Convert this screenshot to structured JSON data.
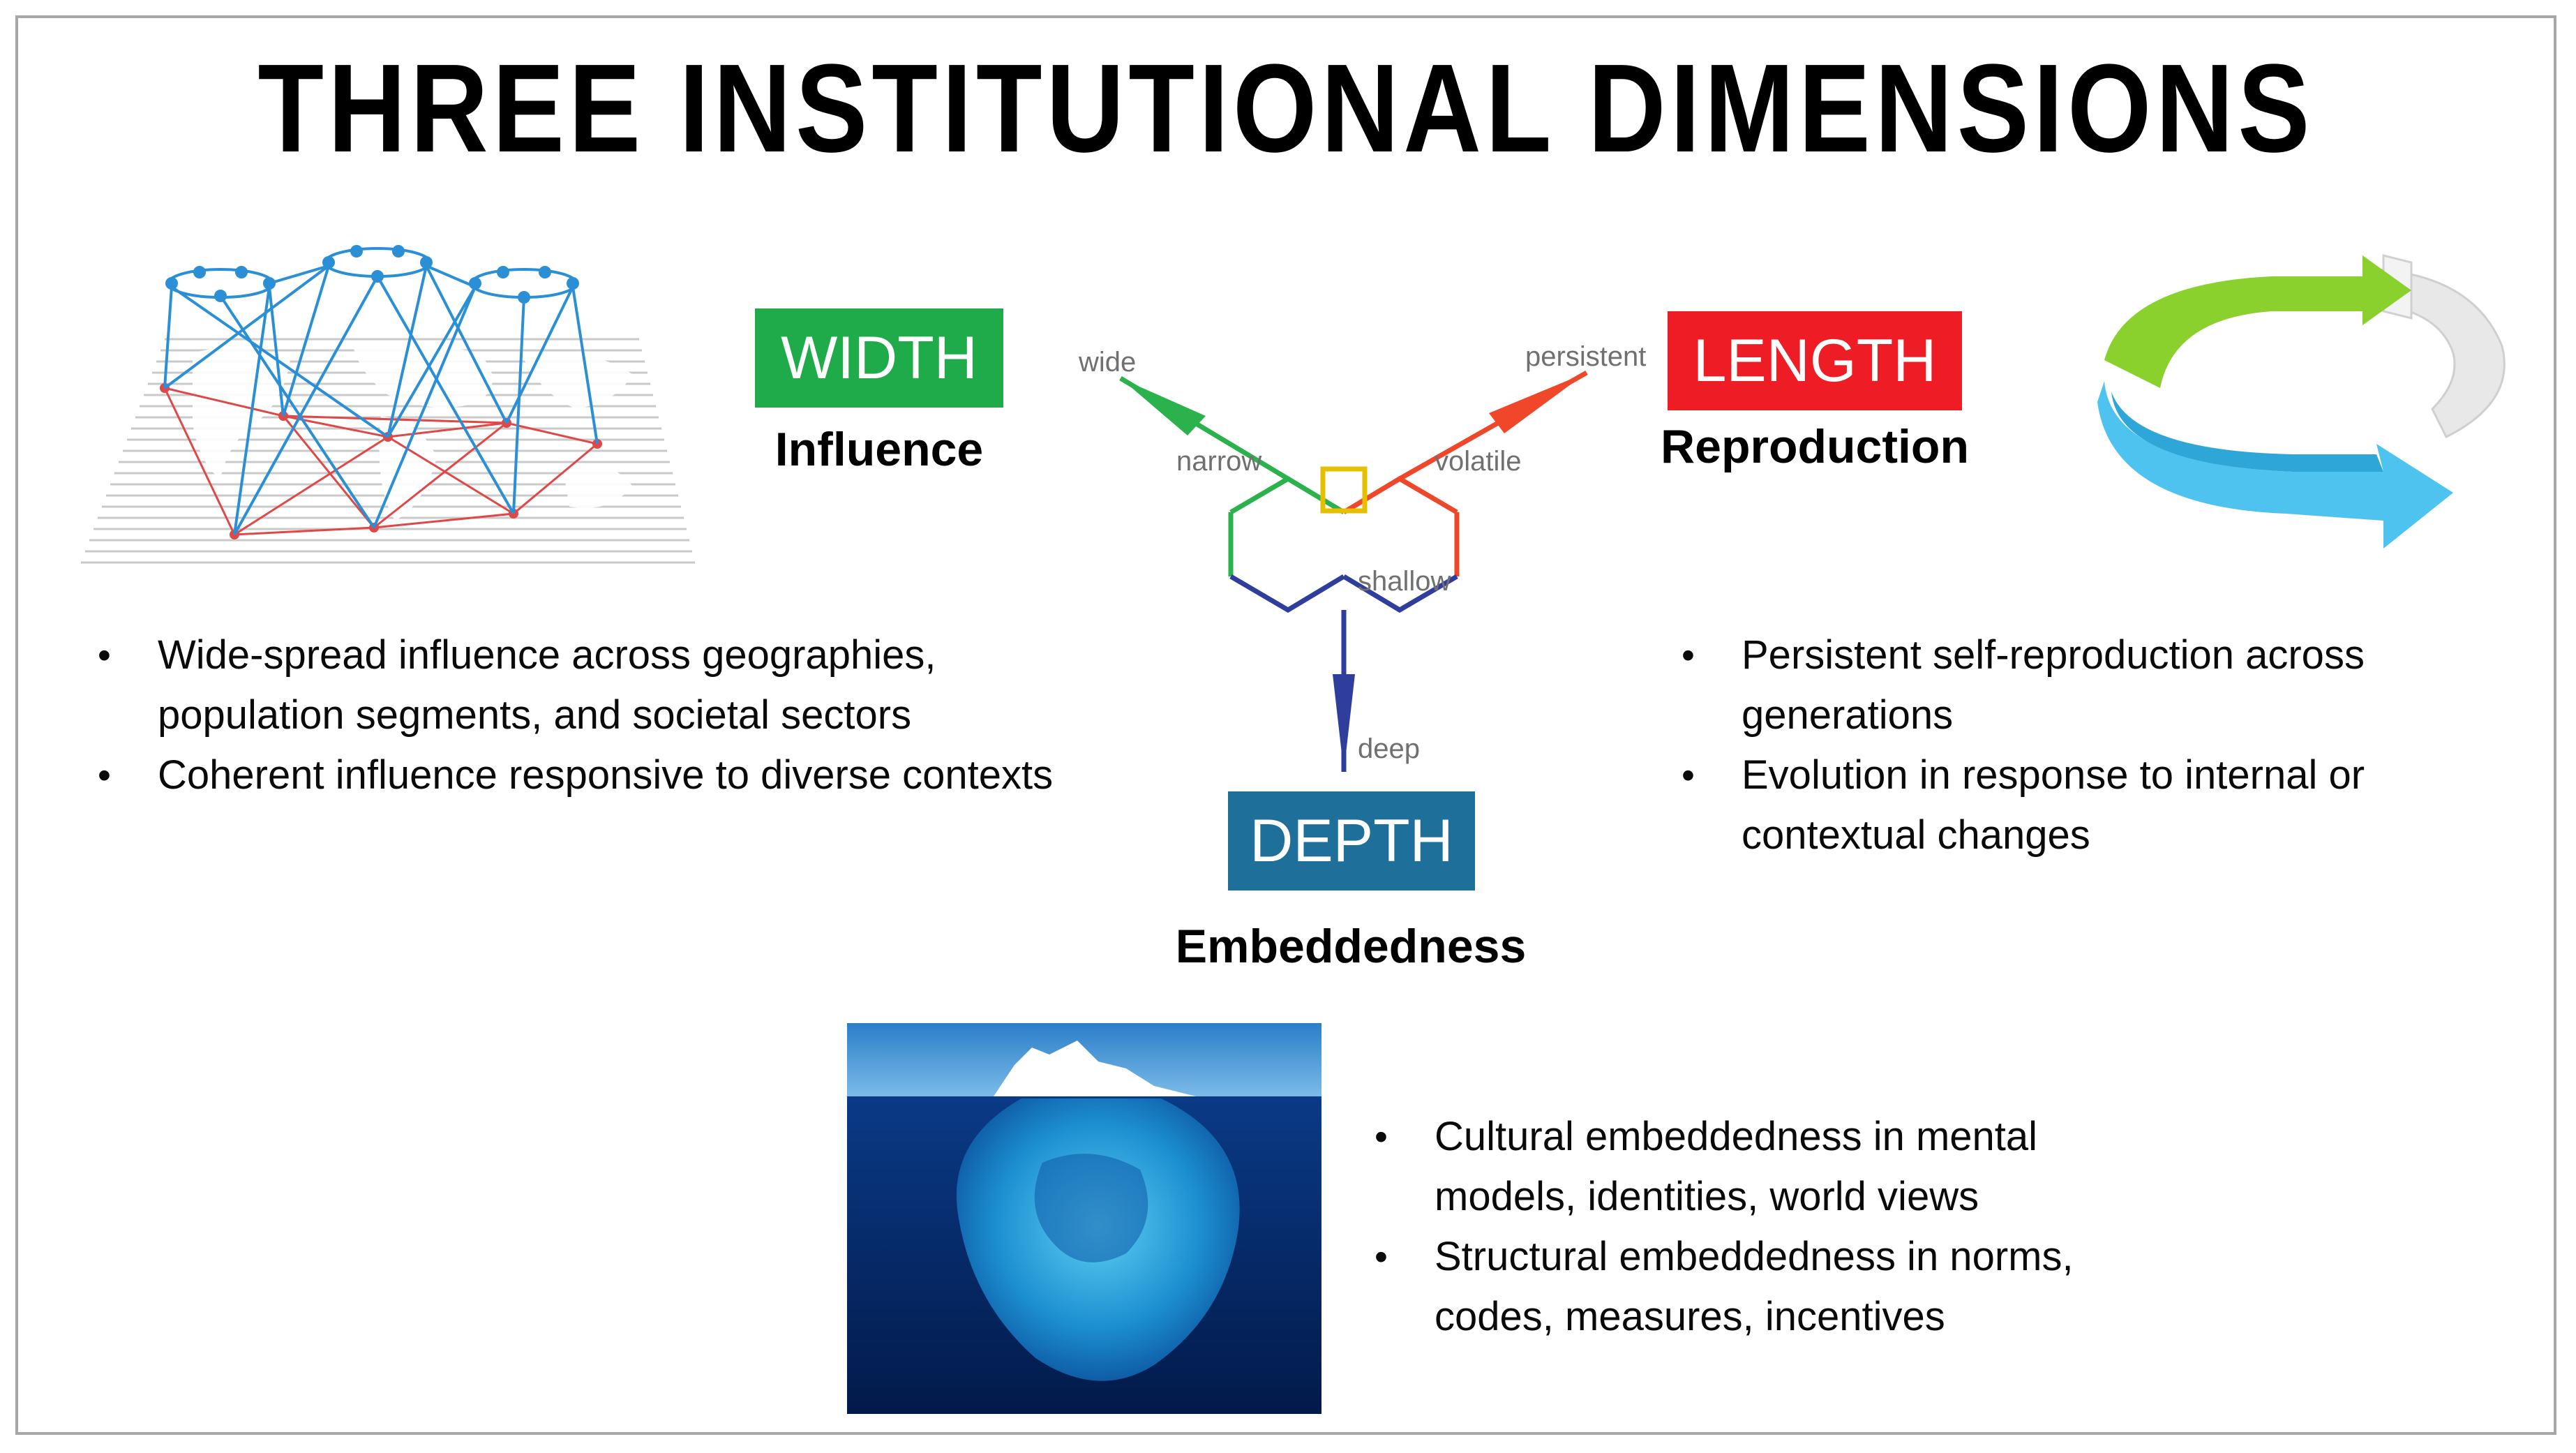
{
  "title": "THREE INSTITUTIONAL DIMENSIONS",
  "width": {
    "label": "WIDTH",
    "subtitle": "Influence",
    "color": "#1fab49",
    "bullets": [
      "Wide-spread influence across geographies, population segments, and societal sectors",
      "Coherent influence responsive to diverse contexts"
    ]
  },
  "length": {
    "label": "LENGTH",
    "subtitle": "Reproduction",
    "color": "#ee1c25",
    "bullets": [
      "Persistent self-reproduction across generations",
      "Evolution in response to internal or contextual changes"
    ]
  },
  "depth": {
    "label": "DEPTH",
    "subtitle": "Embeddedness",
    "color": "#1f6f9b",
    "bullets": [
      "Cultural embeddedness in mental models, identities, world views",
      "Structural embeddedness in norms, codes, measures, incentives"
    ]
  },
  "diagram": {
    "wide": "wide",
    "narrow": "narrow",
    "persistent": "persistent",
    "volatile": "volatile",
    "shallow": "shallow",
    "deep": "deep",
    "colors": {
      "green": "#2bb24c",
      "red": "#f0472a",
      "blue": "#2f3d9c",
      "core": "#e6c000"
    }
  },
  "images": {
    "network": "network-map-icon",
    "cycle": "cycle-arrows-icon",
    "iceberg": "iceberg-icon"
  },
  "bullet_symbol": "•"
}
